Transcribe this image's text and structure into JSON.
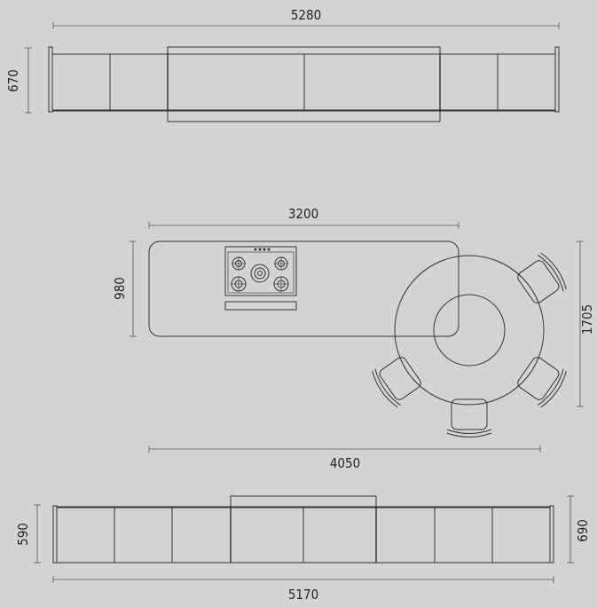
{
  "top_elevation": {
    "width_label": "5280",
    "height_label": "670"
  },
  "plan_view": {
    "island_width_label": "3200",
    "island_depth_label": "980",
    "overall_width_label": "4050",
    "overall_depth_label": "1705"
  },
  "bottom_elevation": {
    "width_label": "5170",
    "left_height_label": "590",
    "right_height_label": "690"
  }
}
